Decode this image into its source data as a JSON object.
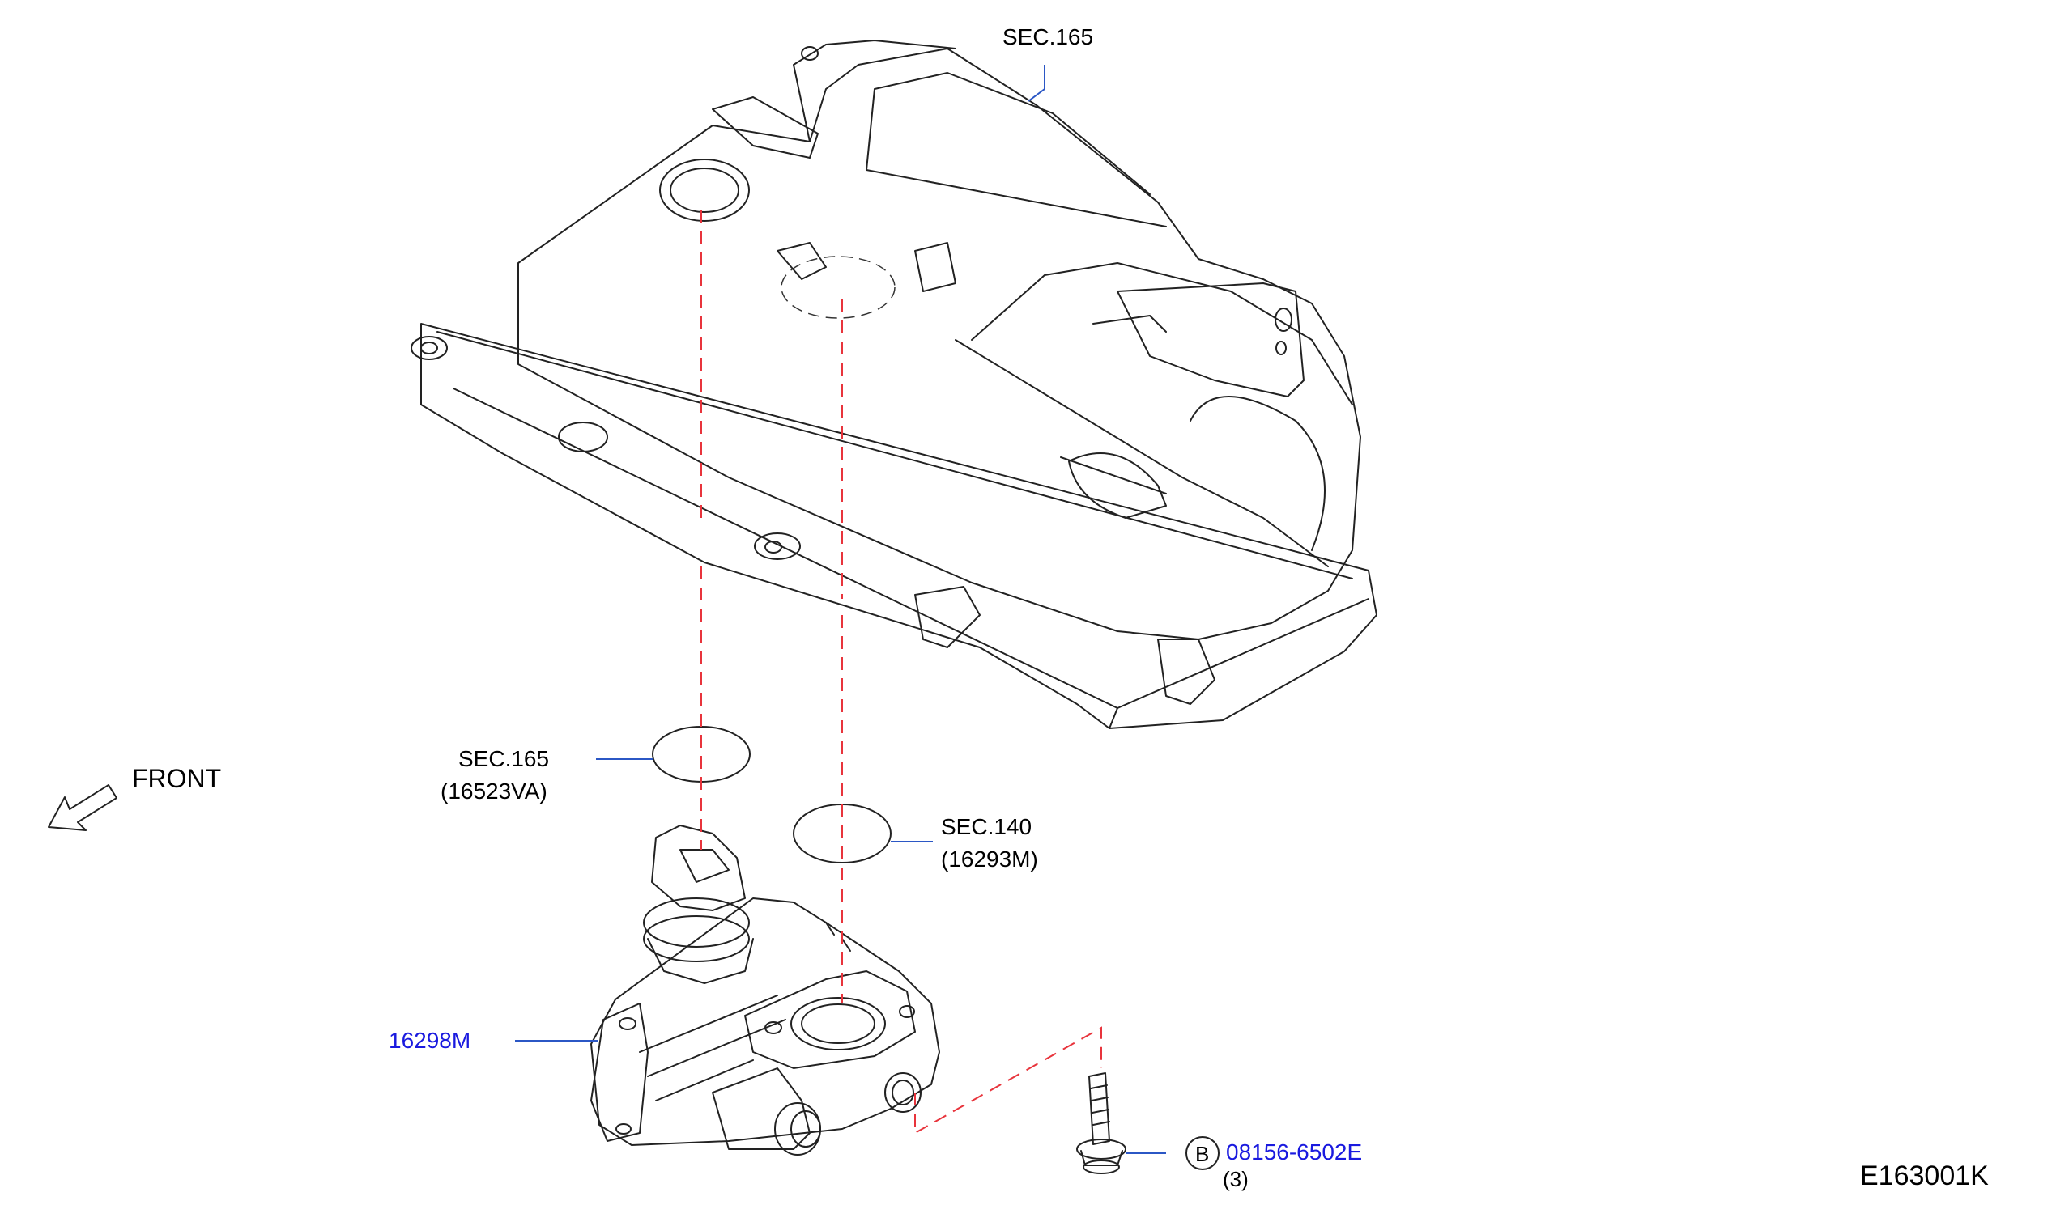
{
  "labels": {
    "sec165_top": "SEC.165",
    "sec165_gasket": "SEC.165",
    "part_16523va": "(16523VA)",
    "sec140": "SEC.140",
    "part_16293m": "(16293M)",
    "part_16298m": "16298M",
    "bolt_ref_letter": "B",
    "bolt_part": "08156-6502E",
    "bolt_qty": "(3)",
    "front": "FRONT",
    "diagram_code": "E163001K"
  },
  "colors": {
    "line_art": "#222222",
    "leader": "#2b57c5",
    "guide_dash": "#e8343c",
    "link_text": "#1a1adf"
  },
  "icons": {
    "front_arrow": "arrow-down-left-outline-icon"
  }
}
